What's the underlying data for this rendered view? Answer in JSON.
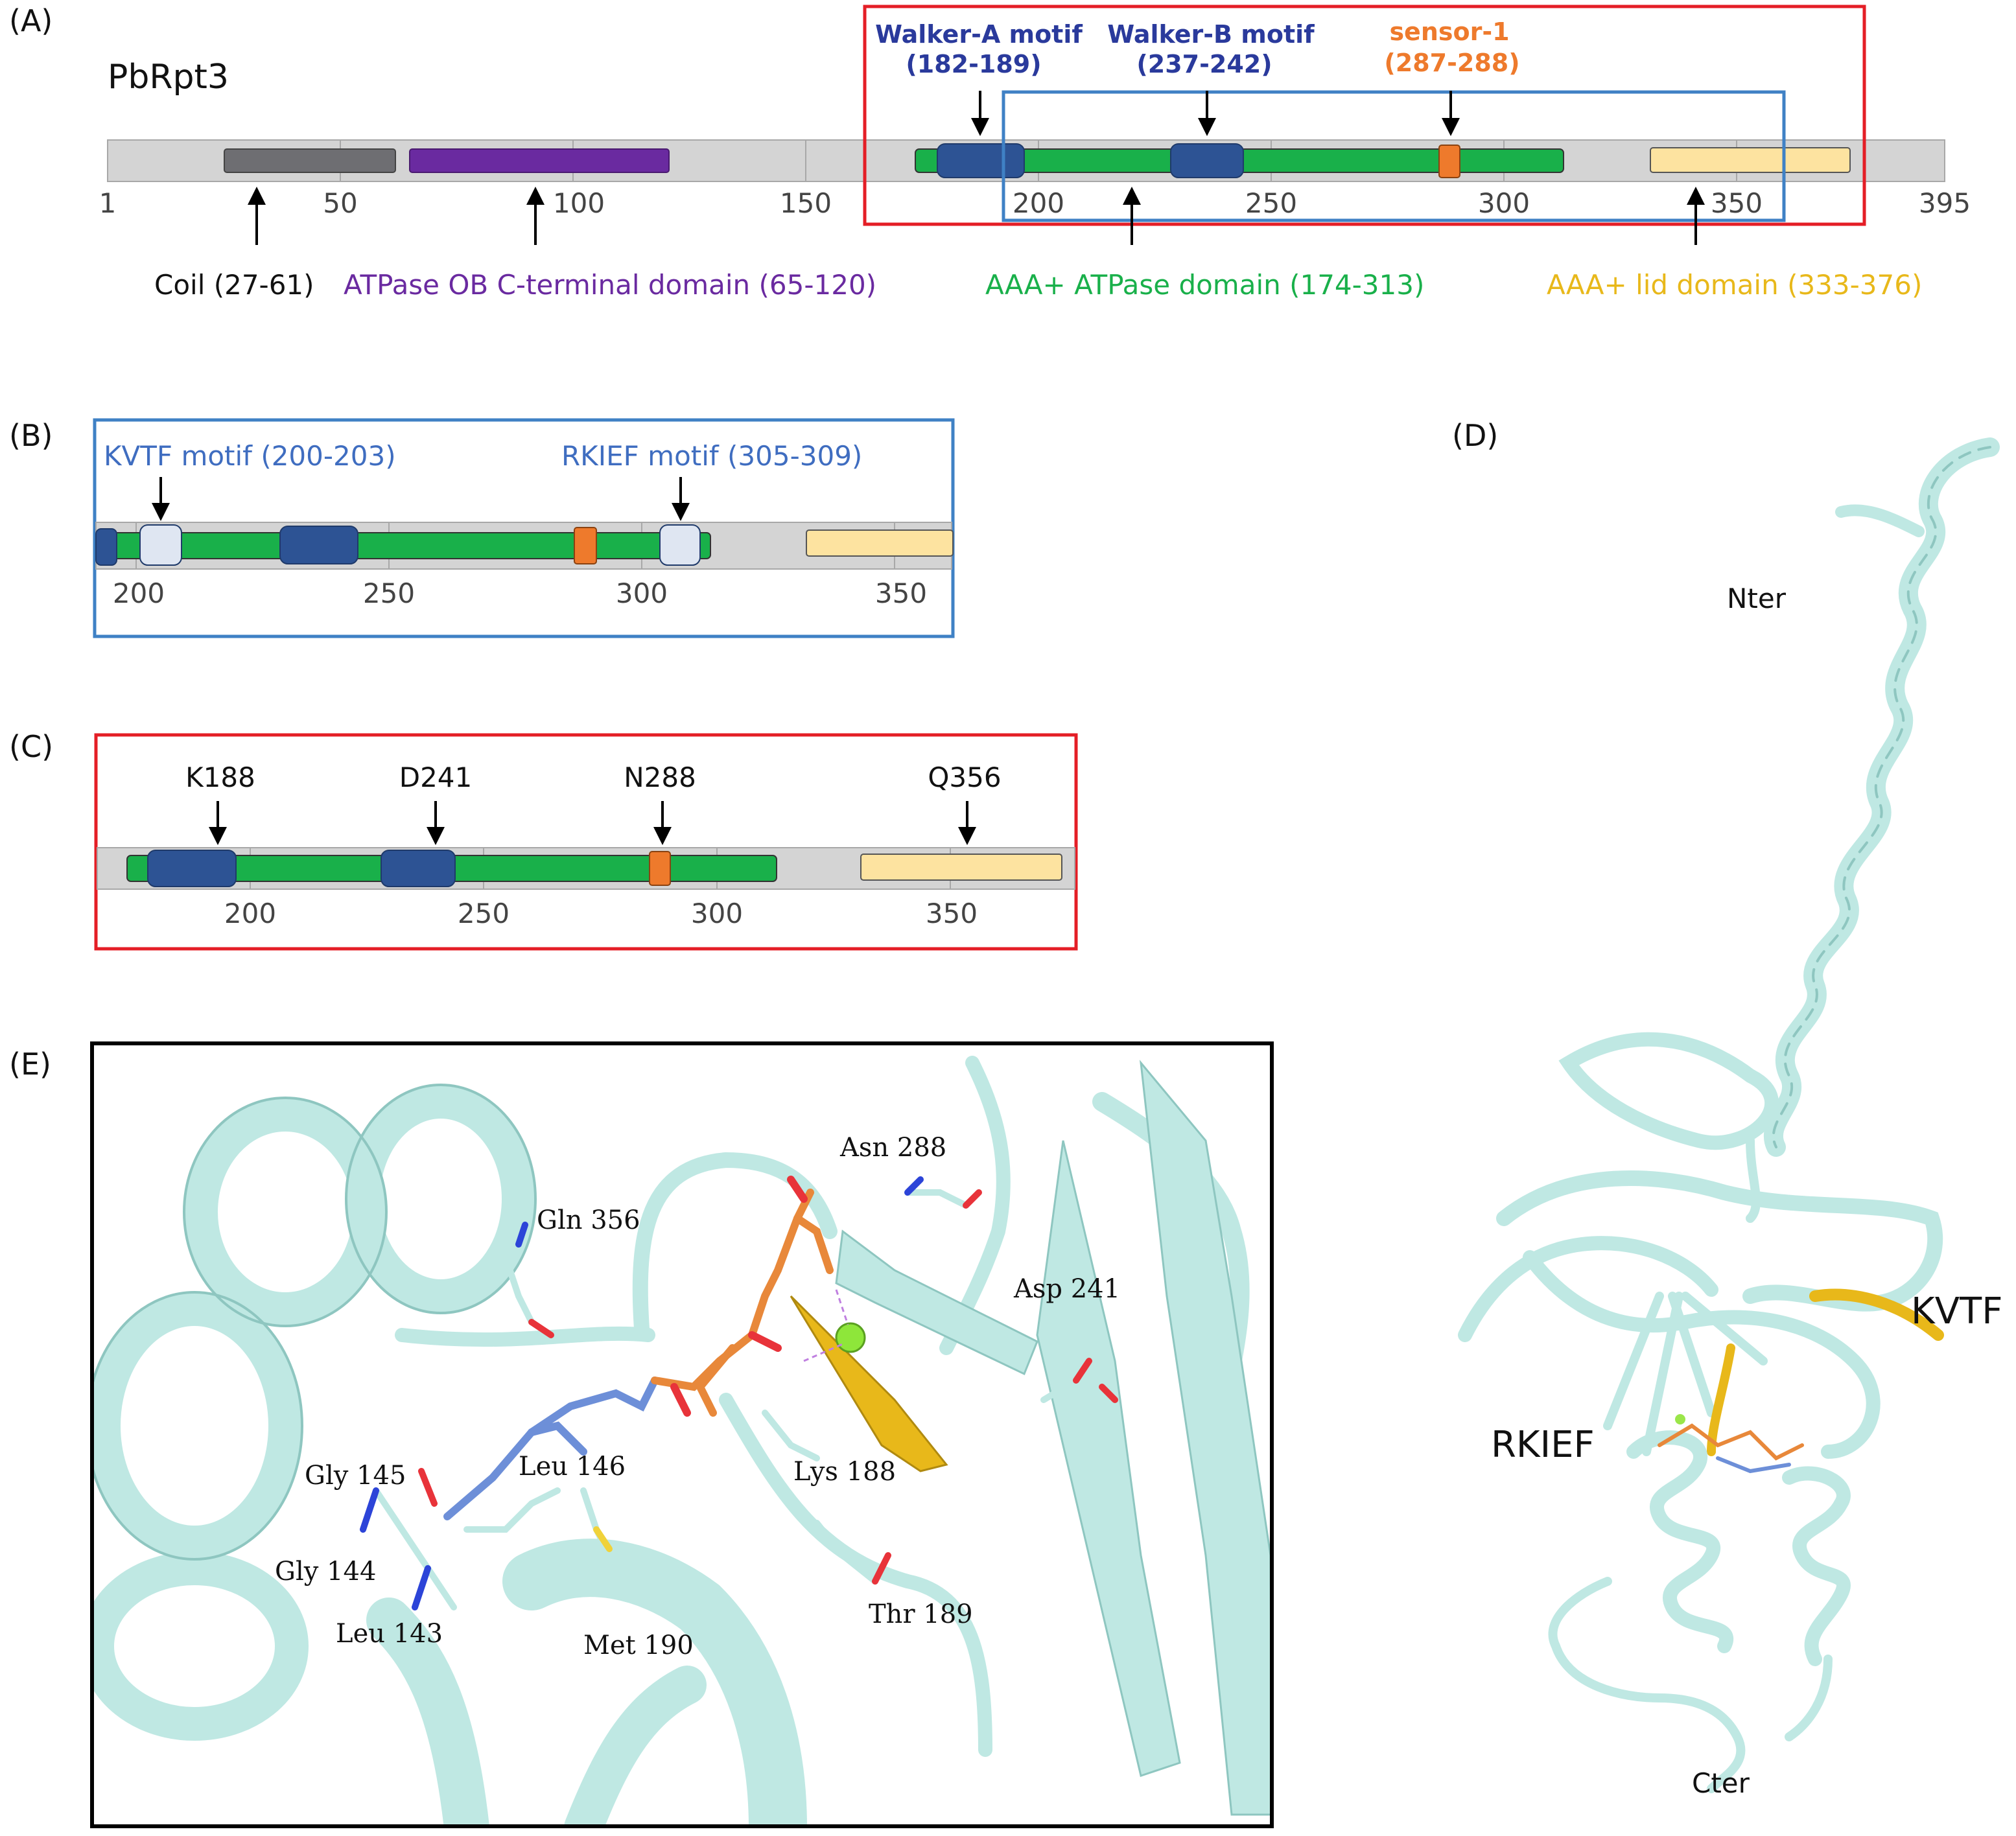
{
  "colors": {
    "track": "#d4d4d4",
    "coil": "#6e6e72",
    "ob": "#6a2aa0",
    "aaa": "#19b04a",
    "walker": "#2d5394",
    "sensor": "#ee7a2c",
    "lid": "#fde3a0",
    "motif": "#dfe6f2",
    "red": "#e41e26",
    "blue": "#3f81c5",
    "ribbon": "#bfe8e3",
    "ribbon_dark": "#8ec6c0",
    "gold": "#e8b81a"
  },
  "panels": {
    "a": "(A)",
    "b": "(B)",
    "c": "(C)",
    "d": "(D)",
    "e": "(E)"
  },
  "panel_a": {
    "protein": "PbRpt3",
    "ticks": [
      "1",
      "50",
      "100",
      "150",
      "200",
      "250",
      "300",
      "350",
      "395"
    ],
    "walker_a": {
      "name": "Walker-A motif",
      "range": "(182-189)"
    },
    "walker_b": {
      "name": "Walker-B motif",
      "range": "(237-242)"
    },
    "sensor1": {
      "name": "sensor-1",
      "range": "(287-288)"
    },
    "coil": "Coil (27-61)",
    "ob": "ATPase OB C-terminal domain  (65-120)",
    "aaa": "AAA+ ATPase domain  (174-313)",
    "lid": "AAA+ lid domain  (333-376)"
  },
  "panel_b": {
    "kvtf": "KVTF motif (200-203)",
    "rkief": "RKIEF motif (305-309)",
    "ticks": [
      "200",
      "250",
      "300",
      "350"
    ]
  },
  "panel_c": {
    "labels": [
      "K188",
      "D241",
      "N288",
      "Q356"
    ],
    "ticks": [
      "200",
      "250",
      "300",
      "350"
    ]
  },
  "panel_d": {
    "nter": "Nter",
    "cter": "Cter",
    "kvtf": "KVTF",
    "rkief": "RKIEF"
  },
  "panel_e": {
    "residues": [
      "Asn 288",
      "Gln 356",
      "Asp 241",
      "Gly 145",
      "Leu 146",
      "Lys 188",
      "Gly 144",
      "Leu 143",
      "Met 190",
      "Thr 189"
    ]
  }
}
